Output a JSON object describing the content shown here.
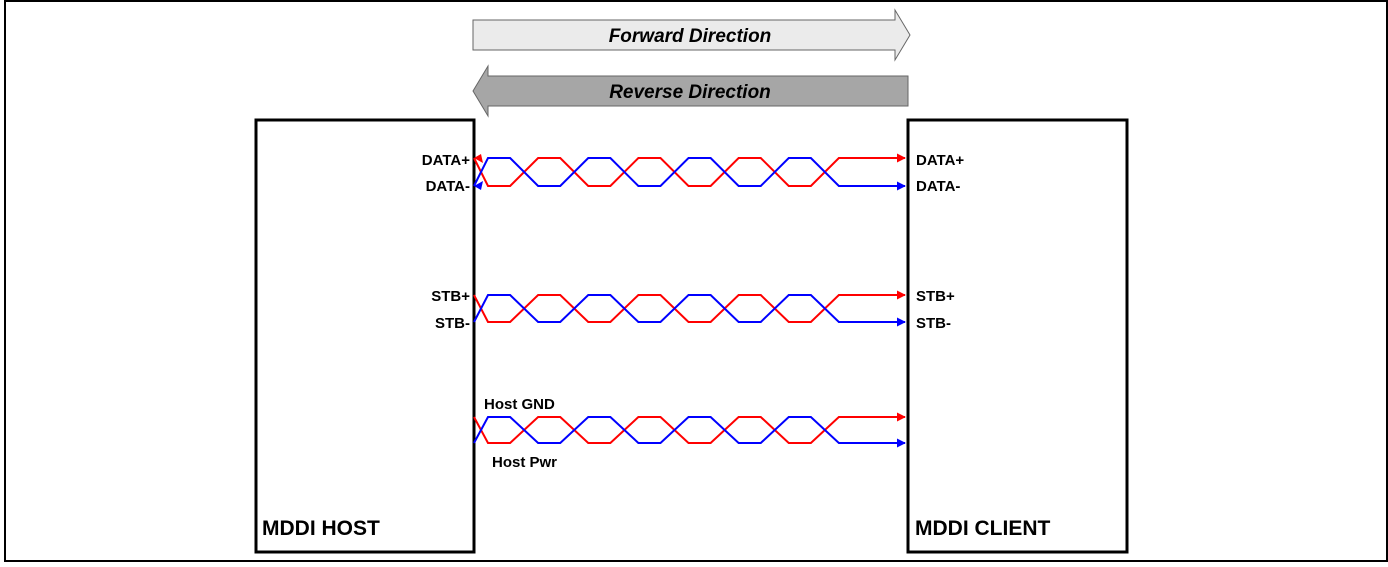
{
  "arrows": {
    "forward": "Forward Direction",
    "reverse": "Reverse Direction"
  },
  "host": {
    "title": "MDDI HOST",
    "data_plus": "DATA+",
    "data_minus": "DATA-",
    "stb_plus": "STB+",
    "stb_minus": "STB-",
    "gnd": "Host GND",
    "pwr": "Host Pwr"
  },
  "client": {
    "title": "MDDI CLIENT",
    "data_plus": "DATA+",
    "data_minus": "DATA-",
    "stb_plus": "STB+",
    "stb_minus": "STB-"
  },
  "colors": {
    "positive_wire": "#ff0000",
    "negative_wire": "#0000ff",
    "forward_arrow_fill": "#ebebeb",
    "reverse_arrow_fill": "#a6a6a6"
  },
  "pairs": [
    {
      "name": "data-pair",
      "crossings": 8,
      "bidirectional": true
    },
    {
      "name": "stb-pair",
      "crossings": 8,
      "bidirectional": false
    },
    {
      "name": "power-pair",
      "crossings": 8,
      "bidirectional": false
    }
  ]
}
